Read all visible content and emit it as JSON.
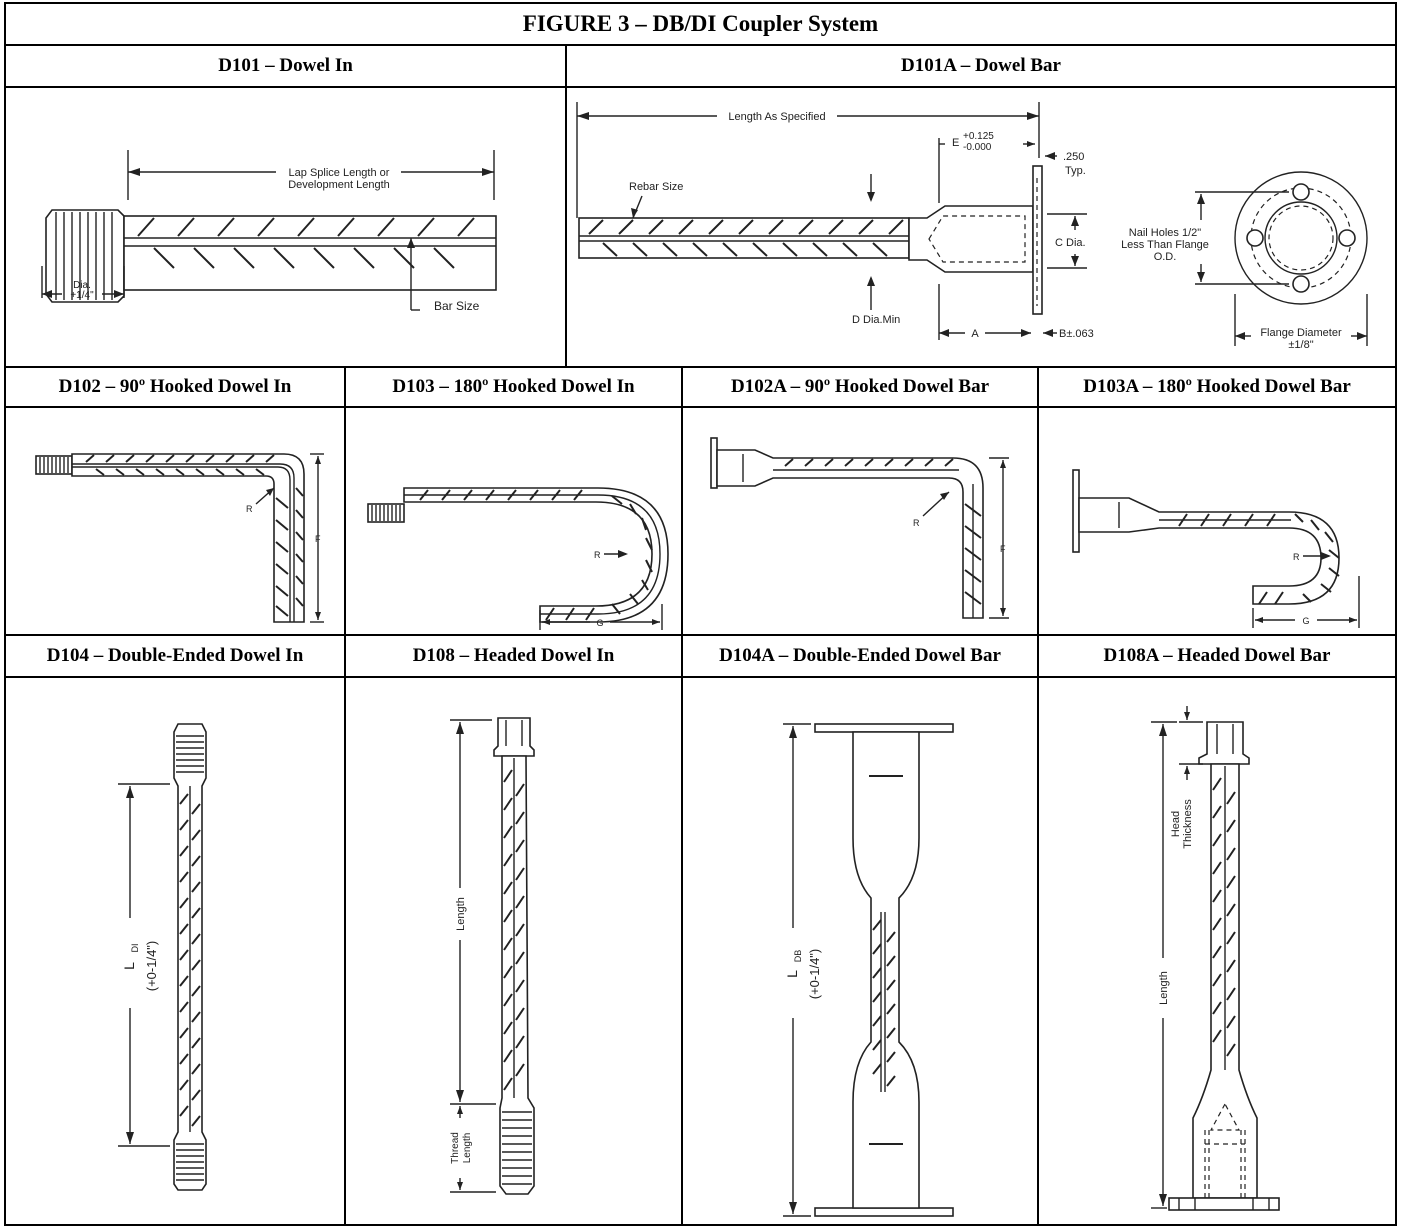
{
  "figure_title": "FIGURE 3 – DB/DI Coupler System",
  "panels": {
    "d101": {
      "header": "D101 – Dowel In",
      "labels": {
        "lap_line1": "Lap Splice Length or",
        "lap_line2": "Development Length",
        "dia_line1": "Dia.",
        "dia_line2": "+1/4\"",
        "bar_size": "Bar Size"
      }
    },
    "d101a": {
      "header": "D101A – Dowel Bar",
      "labels": {
        "length": "Length As Specified",
        "e": "E",
        "tol_plus": "+0.125",
        "tol_minus": "-0.000",
        "t250": ".250",
        "typ": "Typ.",
        "rebar_size": "Rebar Size",
        "c_dia": "C Dia.",
        "d_dia": "D Dia.Min",
        "a": "A",
        "b": "B±.063",
        "nail1": "Nail Holes 1/2\"",
        "nail2": "Less Than Flange",
        "nail3": "O.D.",
        "flange1": "Flange Diameter",
        "flange2": "±1/8\""
      }
    },
    "d102": {
      "header": "D102 – 90º Hooked Dowel In",
      "labels": {
        "r": "R",
        "f": "F"
      }
    },
    "d103": {
      "header": "D103 – 180º Hooked Dowel In",
      "labels": {
        "r": "R",
        "g": "G"
      }
    },
    "d102a": {
      "header": "D102A – 90º Hooked Dowel Bar",
      "labels": {
        "r": "R",
        "f": "F"
      }
    },
    "d103a": {
      "header": "D103A – 180º Hooked Dowel Bar",
      "labels": {
        "r": "R",
        "g": "G"
      }
    },
    "d104": {
      "header": "D104 – Double-Ended Dowel In",
      "labels": {
        "l": "L",
        "sub": "DI",
        "tol": "(+0-1/4\")"
      }
    },
    "d108": {
      "header": "D108 – Headed Dowel In",
      "labels": {
        "length": "Length",
        "thread1": "Thread",
        "thread2": "Length"
      }
    },
    "d104a": {
      "header": "D104A – Double-Ended Dowel Bar",
      "labels": {
        "l": "L",
        "sub": "DB",
        "tol": "(+0-1/4\")"
      }
    },
    "d108a": {
      "header": "D108A – Headed Dowel Bar",
      "labels": {
        "head1": "Head",
        "head2": "Thickness",
        "length": "Length"
      }
    }
  }
}
